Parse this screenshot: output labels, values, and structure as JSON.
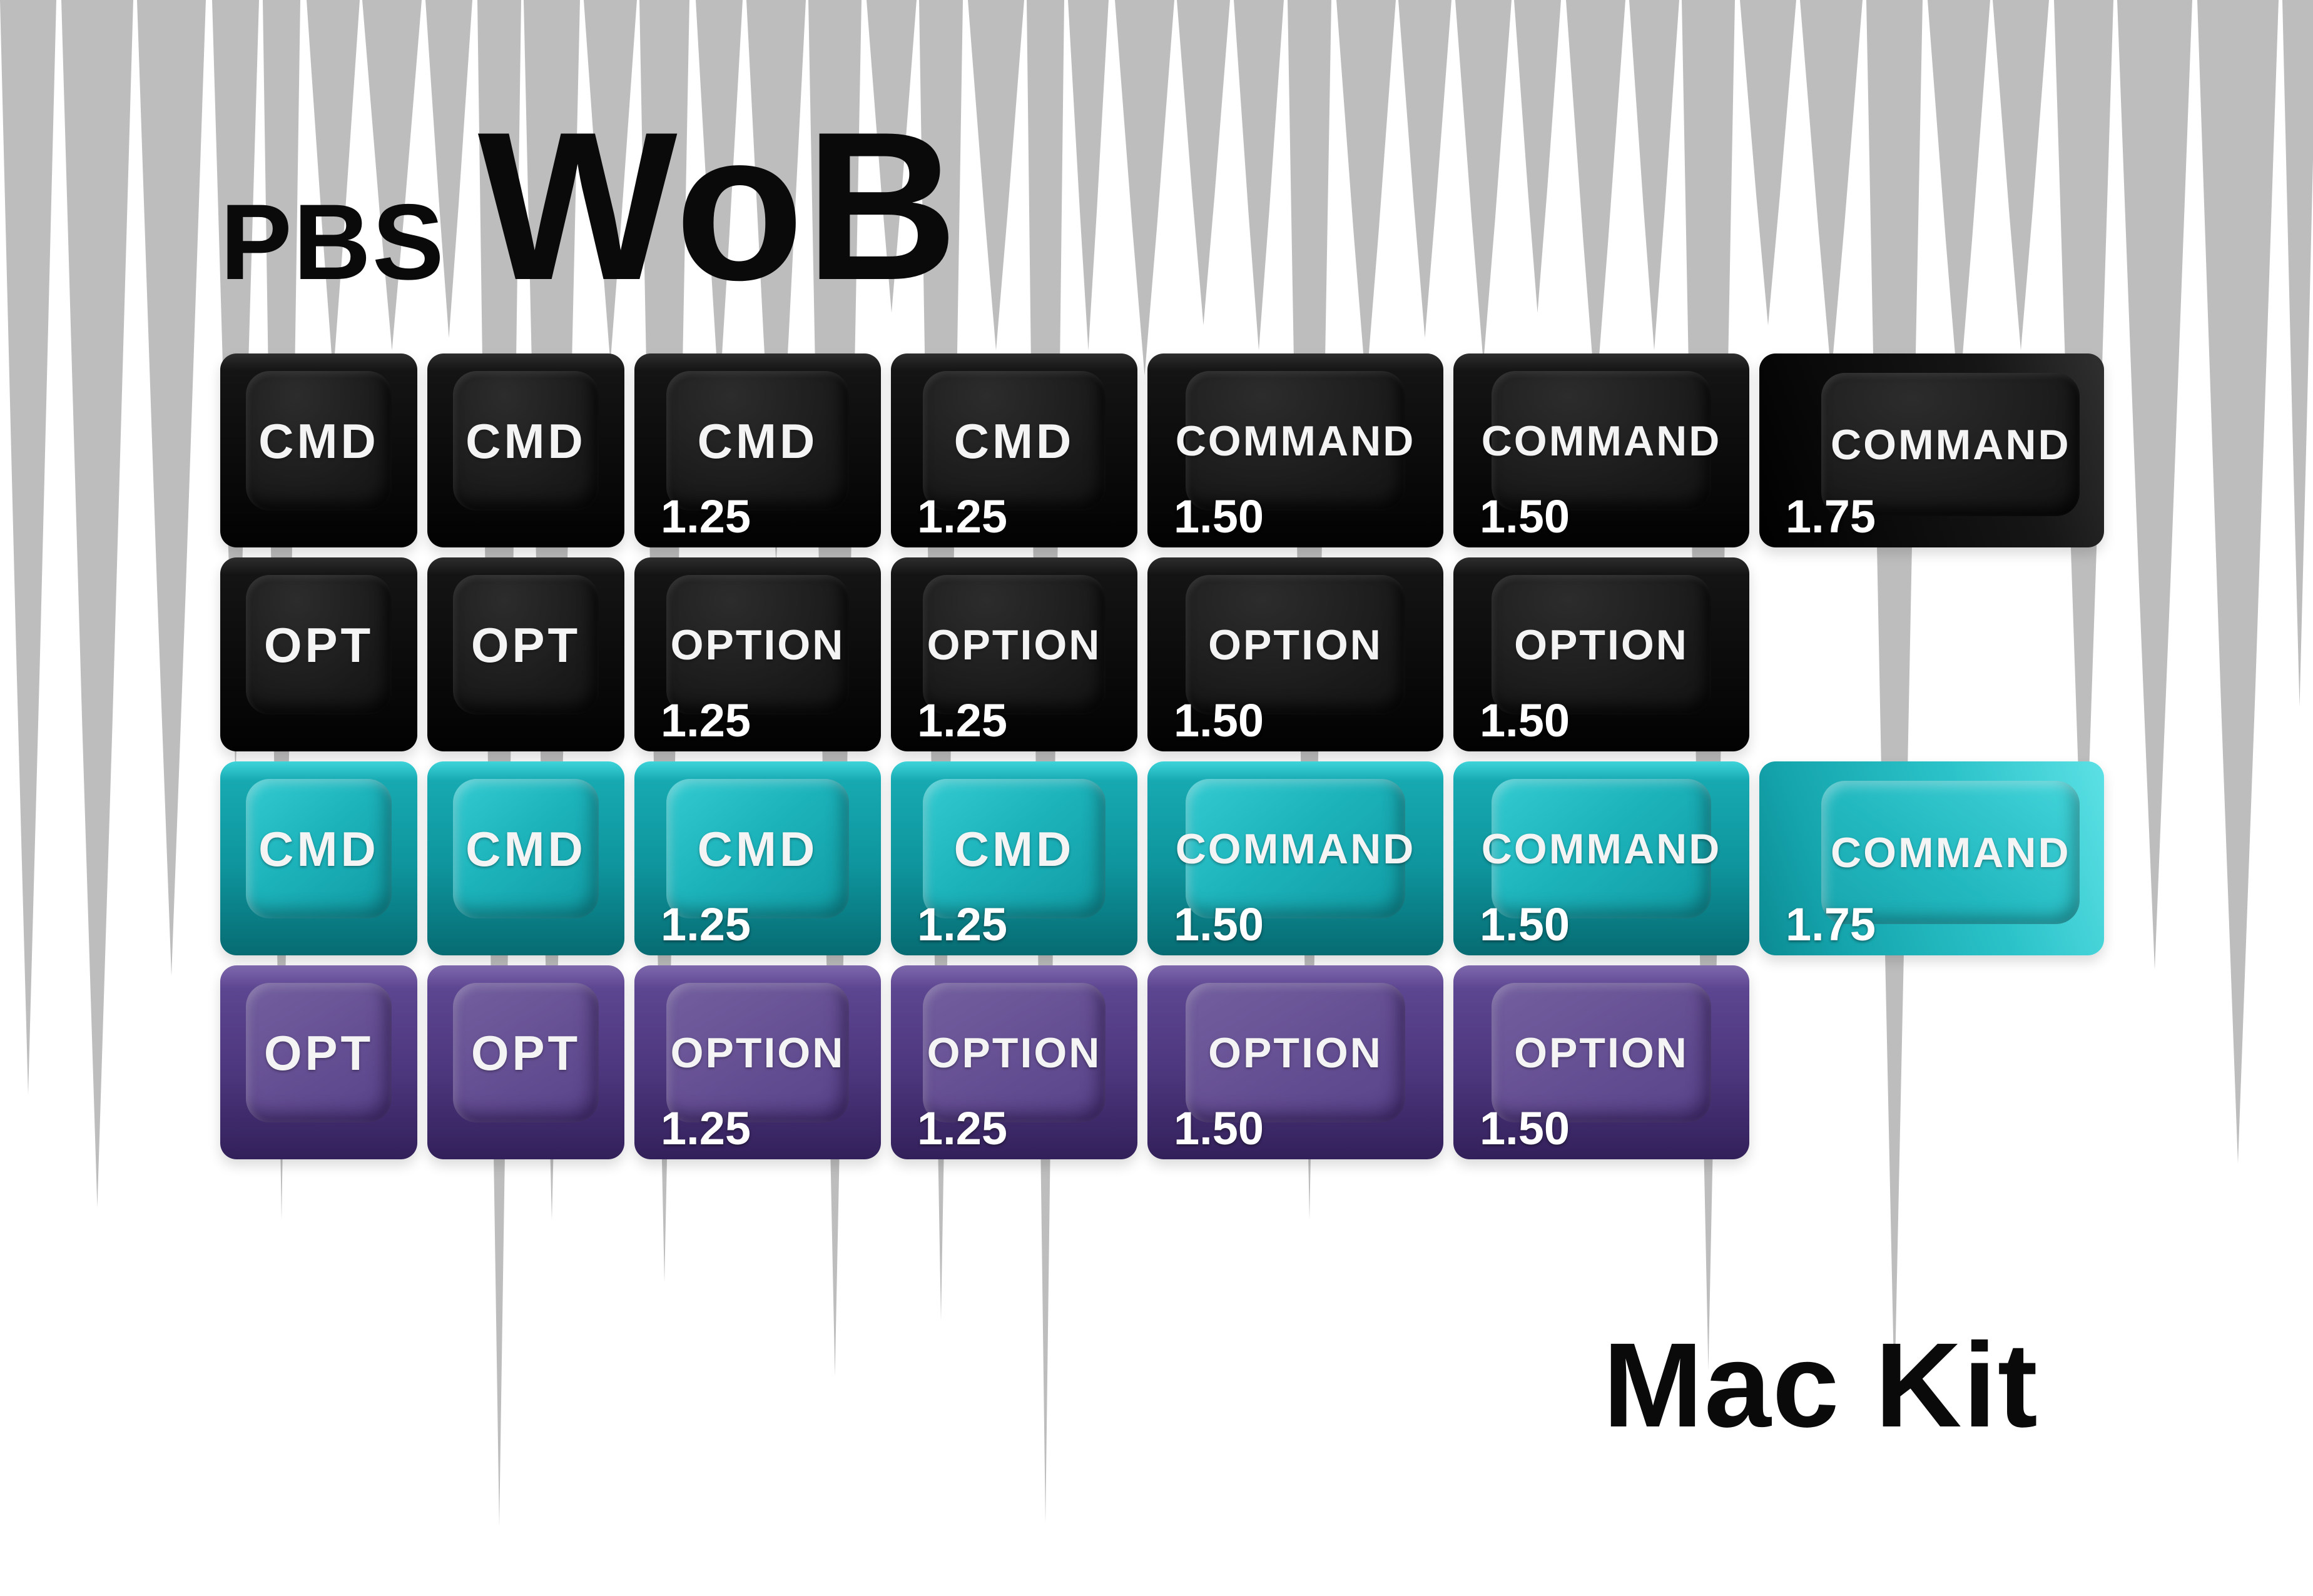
{
  "header": {
    "brand": "PBS",
    "logo": "WoB"
  },
  "footer": {
    "kit_name": "Mac Kit"
  },
  "colors": {
    "background_spike_gray": "#bdbdbd",
    "page_white": "#ffffff",
    "black_keycap": "#0d0d0d",
    "teal_keycap": "#14a9b1",
    "purple_keycap": "#5d4691",
    "legend_white": "#f4f4f4",
    "title_black": "#0a0a0a"
  },
  "rows": [
    {
      "name": "black-command-row",
      "color": "black",
      "keys": [
        {
          "legend": "CMD",
          "size_label": "",
          "u": 1
        },
        {
          "legend": "CMD",
          "size_label": "",
          "u": 1
        },
        {
          "legend": "CMD",
          "size_label": "1.25",
          "u": 1.25
        },
        {
          "legend": "CMD",
          "size_label": "1.25",
          "u": 1.25
        },
        {
          "legend": "COMMAND",
          "size_label": "1.50",
          "u": 1.5
        },
        {
          "legend": "COMMAND",
          "size_label": "1.50",
          "u": 1.5
        },
        {
          "legend": "COMMAND",
          "size_label": "1.75",
          "u": 1.75
        }
      ]
    },
    {
      "name": "black-option-row",
      "color": "black",
      "keys": [
        {
          "legend": "OPT",
          "size_label": "",
          "u": 1
        },
        {
          "legend": "OPT",
          "size_label": "",
          "u": 1
        },
        {
          "legend": "OPTION",
          "size_label": "1.25",
          "u": 1.25
        },
        {
          "legend": "OPTION",
          "size_label": "1.25",
          "u": 1.25
        },
        {
          "legend": "OPTION",
          "size_label": "1.50",
          "u": 1.5
        },
        {
          "legend": "OPTION",
          "size_label": "1.50",
          "u": 1.5
        }
      ]
    },
    {
      "name": "teal-command-row",
      "color": "teal",
      "keys": [
        {
          "legend": "CMD",
          "size_label": "",
          "u": 1
        },
        {
          "legend": "CMD",
          "size_label": "",
          "u": 1
        },
        {
          "legend": "CMD",
          "size_label": "1.25",
          "u": 1.25
        },
        {
          "legend": "CMD",
          "size_label": "1.25",
          "u": 1.25
        },
        {
          "legend": "COMMAND",
          "size_label": "1.50",
          "u": 1.5
        },
        {
          "legend": "COMMAND",
          "size_label": "1.50",
          "u": 1.5
        },
        {
          "legend": "COMMAND",
          "size_label": "1.75",
          "u": 1.75
        }
      ]
    },
    {
      "name": "purple-option-row",
      "color": "purple",
      "keys": [
        {
          "legend": "OPT",
          "size_label": "",
          "u": 1
        },
        {
          "legend": "OPT",
          "size_label": "",
          "u": 1
        },
        {
          "legend": "OPTION",
          "size_label": "1.25",
          "u": 1.25
        },
        {
          "legend": "OPTION",
          "size_label": "1.25",
          "u": 1.25
        },
        {
          "legend": "OPTION",
          "size_label": "1.50",
          "u": 1.5
        },
        {
          "legend": "OPTION",
          "size_label": "1.50",
          "u": 1.5
        }
      ]
    }
  ],
  "background": {
    "spike_color": "#bdbdbd",
    "columns": [
      [
        90,
        1750,
        8
      ],
      [
        115,
        1930,
        6
      ],
      [
        110,
        1560,
        10
      ],
      [
        75,
        1240,
        6
      ],
      [
        60,
        1950,
        10
      ],
      [
        85,
        600,
        4
      ],
      [
        95,
        560,
        6
      ],
      [
        75,
        540,
        8
      ],
      [
        70,
        2440,
        4
      ],
      [
        90,
        1950,
        6
      ],
      [
        85,
        580,
        4
      ],
      [
        80,
        2050,
        10
      ],
      [
        75,
        640,
        6
      ],
      [
        95,
        900,
        4
      ],
      [
        85,
        2200,
        8
      ],
      [
        80,
        500,
        4
      ],
      [
        70,
        2110,
        8
      ],
      [
        90,
        560,
        4
      ],
      [
        60,
        2435,
        6
      ],
      [
        65,
        560,
        10
      ],
      [
        95,
        600,
        4
      ],
      [
        85,
        520,
        6
      ],
      [
        80,
        560,
        6
      ],
      [
        70,
        1950,
        8
      ],
      [
        95,
        620,
        4
      ],
      [
        85,
        540,
        6
      ],
      [
        90,
        580,
        4
      ],
      [
        75,
        500,
        8
      ],
      [
        95,
        640,
        6
      ],
      [
        80,
        560,
        4
      ],
      [
        85,
        2190,
        8
      ],
      [
        90,
        520,
        6
      ],
      [
        100,
        600,
        6
      ],
      [
        90,
        2230,
        8
      ],
      [
        100,
        640,
        4
      ],
      [
        90,
        560,
        8
      ],
      [
        95,
        1490,
        6
      ],
      [
        120,
        1550,
        8
      ],
      [
        130,
        1860,
        6
      ],
      [
        55,
        1130,
        0
      ]
    ]
  }
}
